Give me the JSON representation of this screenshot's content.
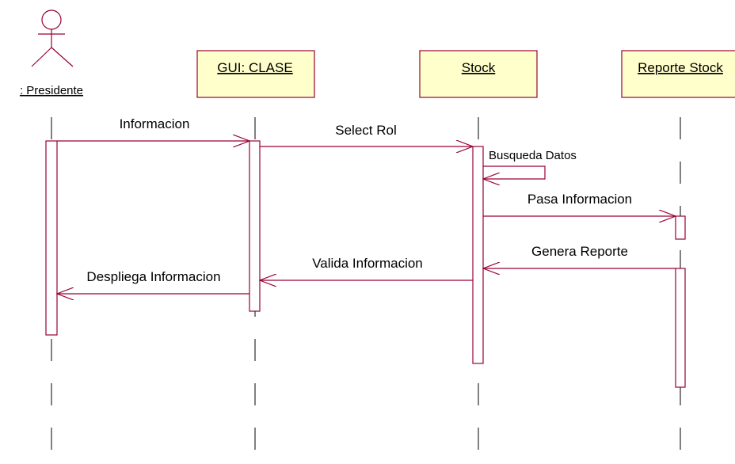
{
  "diagram": {
    "actor": {
      "label": ": Presidente"
    },
    "objects": [
      {
        "label": "GUI: CLASE"
      },
      {
        "label": "Stock"
      },
      {
        "label": "Reporte Stock"
      }
    ],
    "messages": [
      {
        "label": "Informacion"
      },
      {
        "label": "Select Rol"
      },
      {
        "label": "Busqueda Datos"
      },
      {
        "label": "Pasa Informacion"
      },
      {
        "label": "Genera Reporte"
      },
      {
        "label": "Valida Informacion"
      },
      {
        "label": "Despliega Informacion"
      }
    ],
    "colors": {
      "line": "#990033",
      "object_fill": "#ffffcc",
      "object_border": "#990033",
      "lifeline": "#000000"
    }
  }
}
